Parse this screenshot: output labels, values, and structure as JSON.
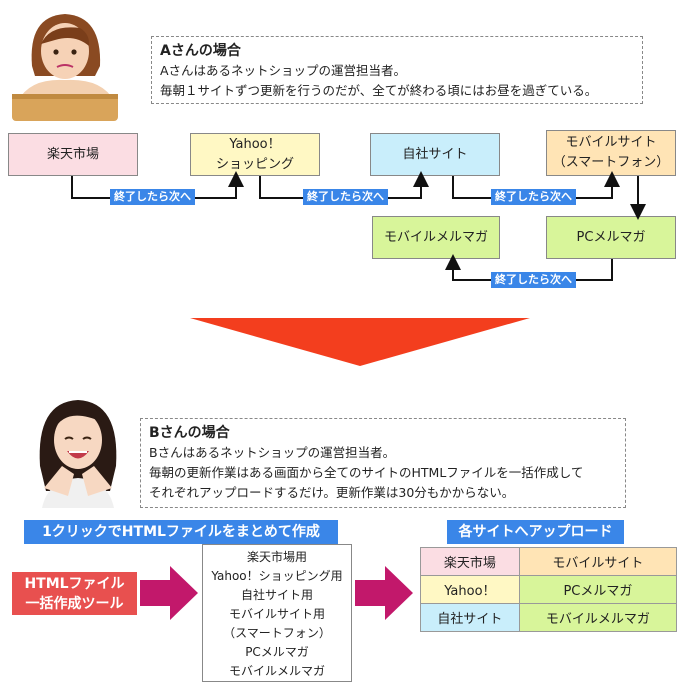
{
  "case_a": {
    "title": "Aさんの場合",
    "line1": "Aさんはあるネットショップの運営担当者。",
    "line2": "毎朝１サイトずつ更新を行うのだが、全てが終わる頃にはお昼を過ぎている。"
  },
  "flow_a": {
    "rakuten": "楽天市場",
    "yahoo_l1": "Yahoo！",
    "yahoo_l2": "ショッピング",
    "own_site": "自社サイト",
    "mobile_l1": "モバイルサイト",
    "mobile_l2": "（スマートフォン）",
    "mobile_mail": "モバイルメルマガ",
    "pc_mail": "PCメルマガ",
    "next_label": "終了したら次へ"
  },
  "case_b": {
    "title": "Bさんの場合",
    "line1": "Bさんはあるネットショップの運営担当者。",
    "line2": "毎朝の更新作業はある画面から全てのサイトのHTMLファイルを一括作成して",
    "line3": "それぞれアップロードするだけ。更新作業は30分もかからない。"
  },
  "flow_b": {
    "banner_left": "1クリックでHTMLファイルをまとめて作成",
    "banner_right": "各サイトへアップロード",
    "tool_l1": "HTMLファイル",
    "tool_l2": "一括作成ツール",
    "files": [
      "楽天市場用",
      "Yahoo！ショッピング用",
      "自社サイト用",
      "モバイルサイト用",
      "（スマートフォン）",
      "PCメルマガ",
      "モバイルメルマガ"
    ],
    "grid": [
      [
        "楽天市場",
        "モバイルサイト"
      ],
      [
        "Yahoo！",
        "PCメルマガ"
      ],
      [
        "自社サイト",
        "モバイルメルマガ"
      ]
    ]
  },
  "colors": {
    "pink": "#fbdde3",
    "yellow": "#fff8c4",
    "blue": "#c9eefb",
    "orange": "#ffe4b5",
    "green": "#d8f59a",
    "tag_blue": "#3a86e8",
    "red_arrow": "#f33e1e",
    "magenta_arrow": "#c2186b",
    "tool_red": "#e8504f"
  }
}
